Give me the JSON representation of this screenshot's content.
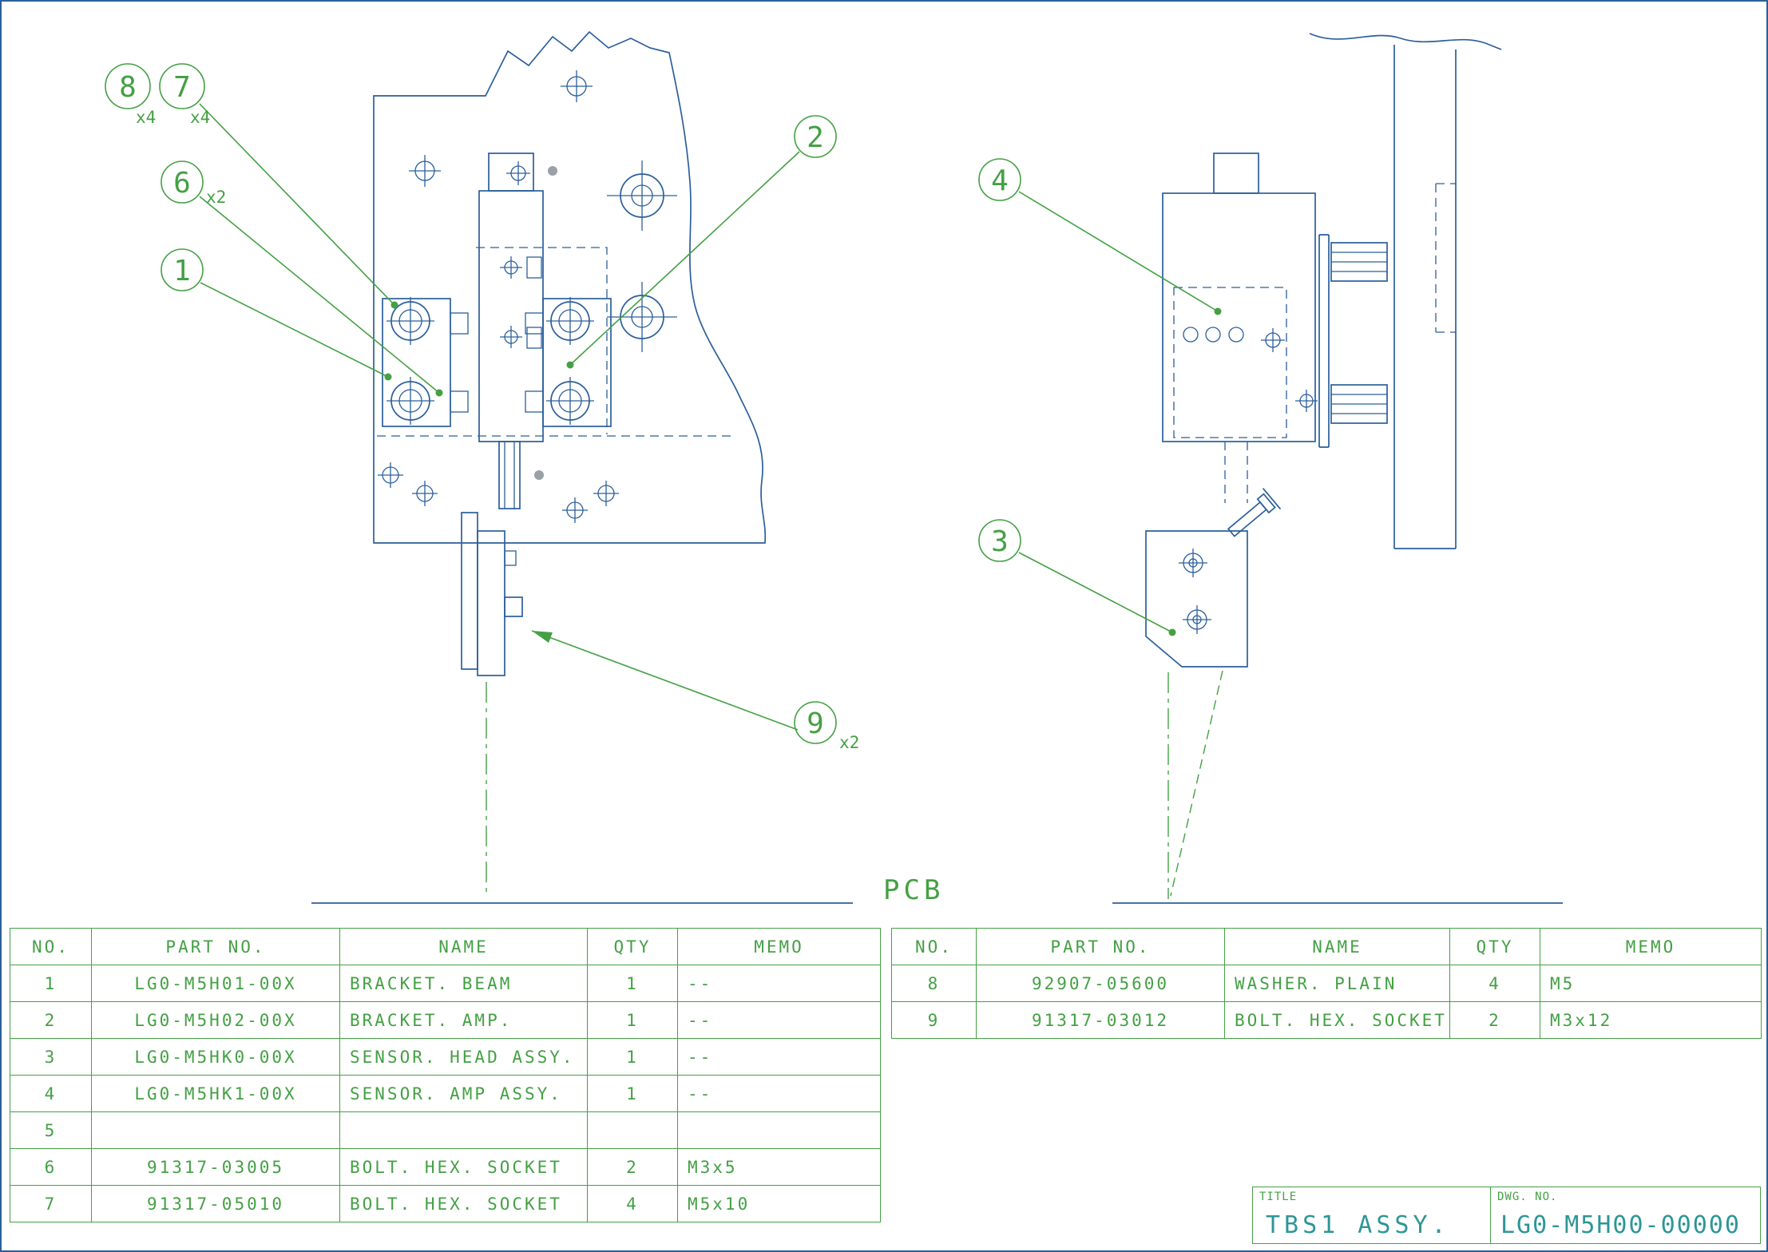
{
  "colors": {
    "line_blue": "#2b5f9b",
    "callout_green": "#44a044",
    "title_teal": "#2e9696"
  },
  "labels": {
    "pcb": "PCB"
  },
  "balloons": [
    {
      "id": "8",
      "qty": "x4"
    },
    {
      "id": "7",
      "qty": "x4"
    },
    {
      "id": "6",
      "qty": "x2"
    },
    {
      "id": "1",
      "qty": ""
    },
    {
      "id": "2",
      "qty": ""
    },
    {
      "id": "9",
      "qty": "x2"
    },
    {
      "id": "4",
      "qty": ""
    },
    {
      "id": "3",
      "qty": ""
    }
  ],
  "parts_table_left": {
    "columns": [
      "NO.",
      "PART NO.",
      "NAME",
      "QTY",
      "MEMO"
    ],
    "rows": [
      [
        "1",
        "LG0-M5H01-00X",
        "BRACKET. BEAM",
        "1",
        "--"
      ],
      [
        "2",
        "LG0-M5H02-00X",
        "BRACKET. AMP.",
        "1",
        "--"
      ],
      [
        "3",
        "LG0-M5HK0-00X",
        "SENSOR. HEAD ASSY.",
        "1",
        "--"
      ],
      [
        "4",
        "LG0-M5HK1-00X",
        "SENSOR. AMP ASSY.",
        "1",
        "--"
      ],
      [
        "5",
        "",
        "",
        "",
        ""
      ],
      [
        "6",
        "91317-03005",
        "BOLT. HEX. SOCKET",
        "2",
        "M3x5"
      ],
      [
        "7",
        "91317-05010",
        "BOLT. HEX. SOCKET",
        "4",
        "M5x10"
      ]
    ]
  },
  "parts_table_right": {
    "columns": [
      "NO.",
      "PART NO.",
      "NAME",
      "QTY",
      "MEMO"
    ],
    "rows": [
      [
        "8",
        "92907-05600",
        "WASHER. PLAIN",
        "4",
        "M5"
      ],
      [
        "9",
        "91317-03012",
        "BOLT. HEX. SOCKET",
        "2",
        "M3x12"
      ]
    ]
  },
  "title_block": {
    "title_label": "TITLE",
    "title": "TBS1 ASSY.",
    "dwg_label": "DWG. NO.",
    "dwg_no": "LG0-M5H00-00000"
  }
}
